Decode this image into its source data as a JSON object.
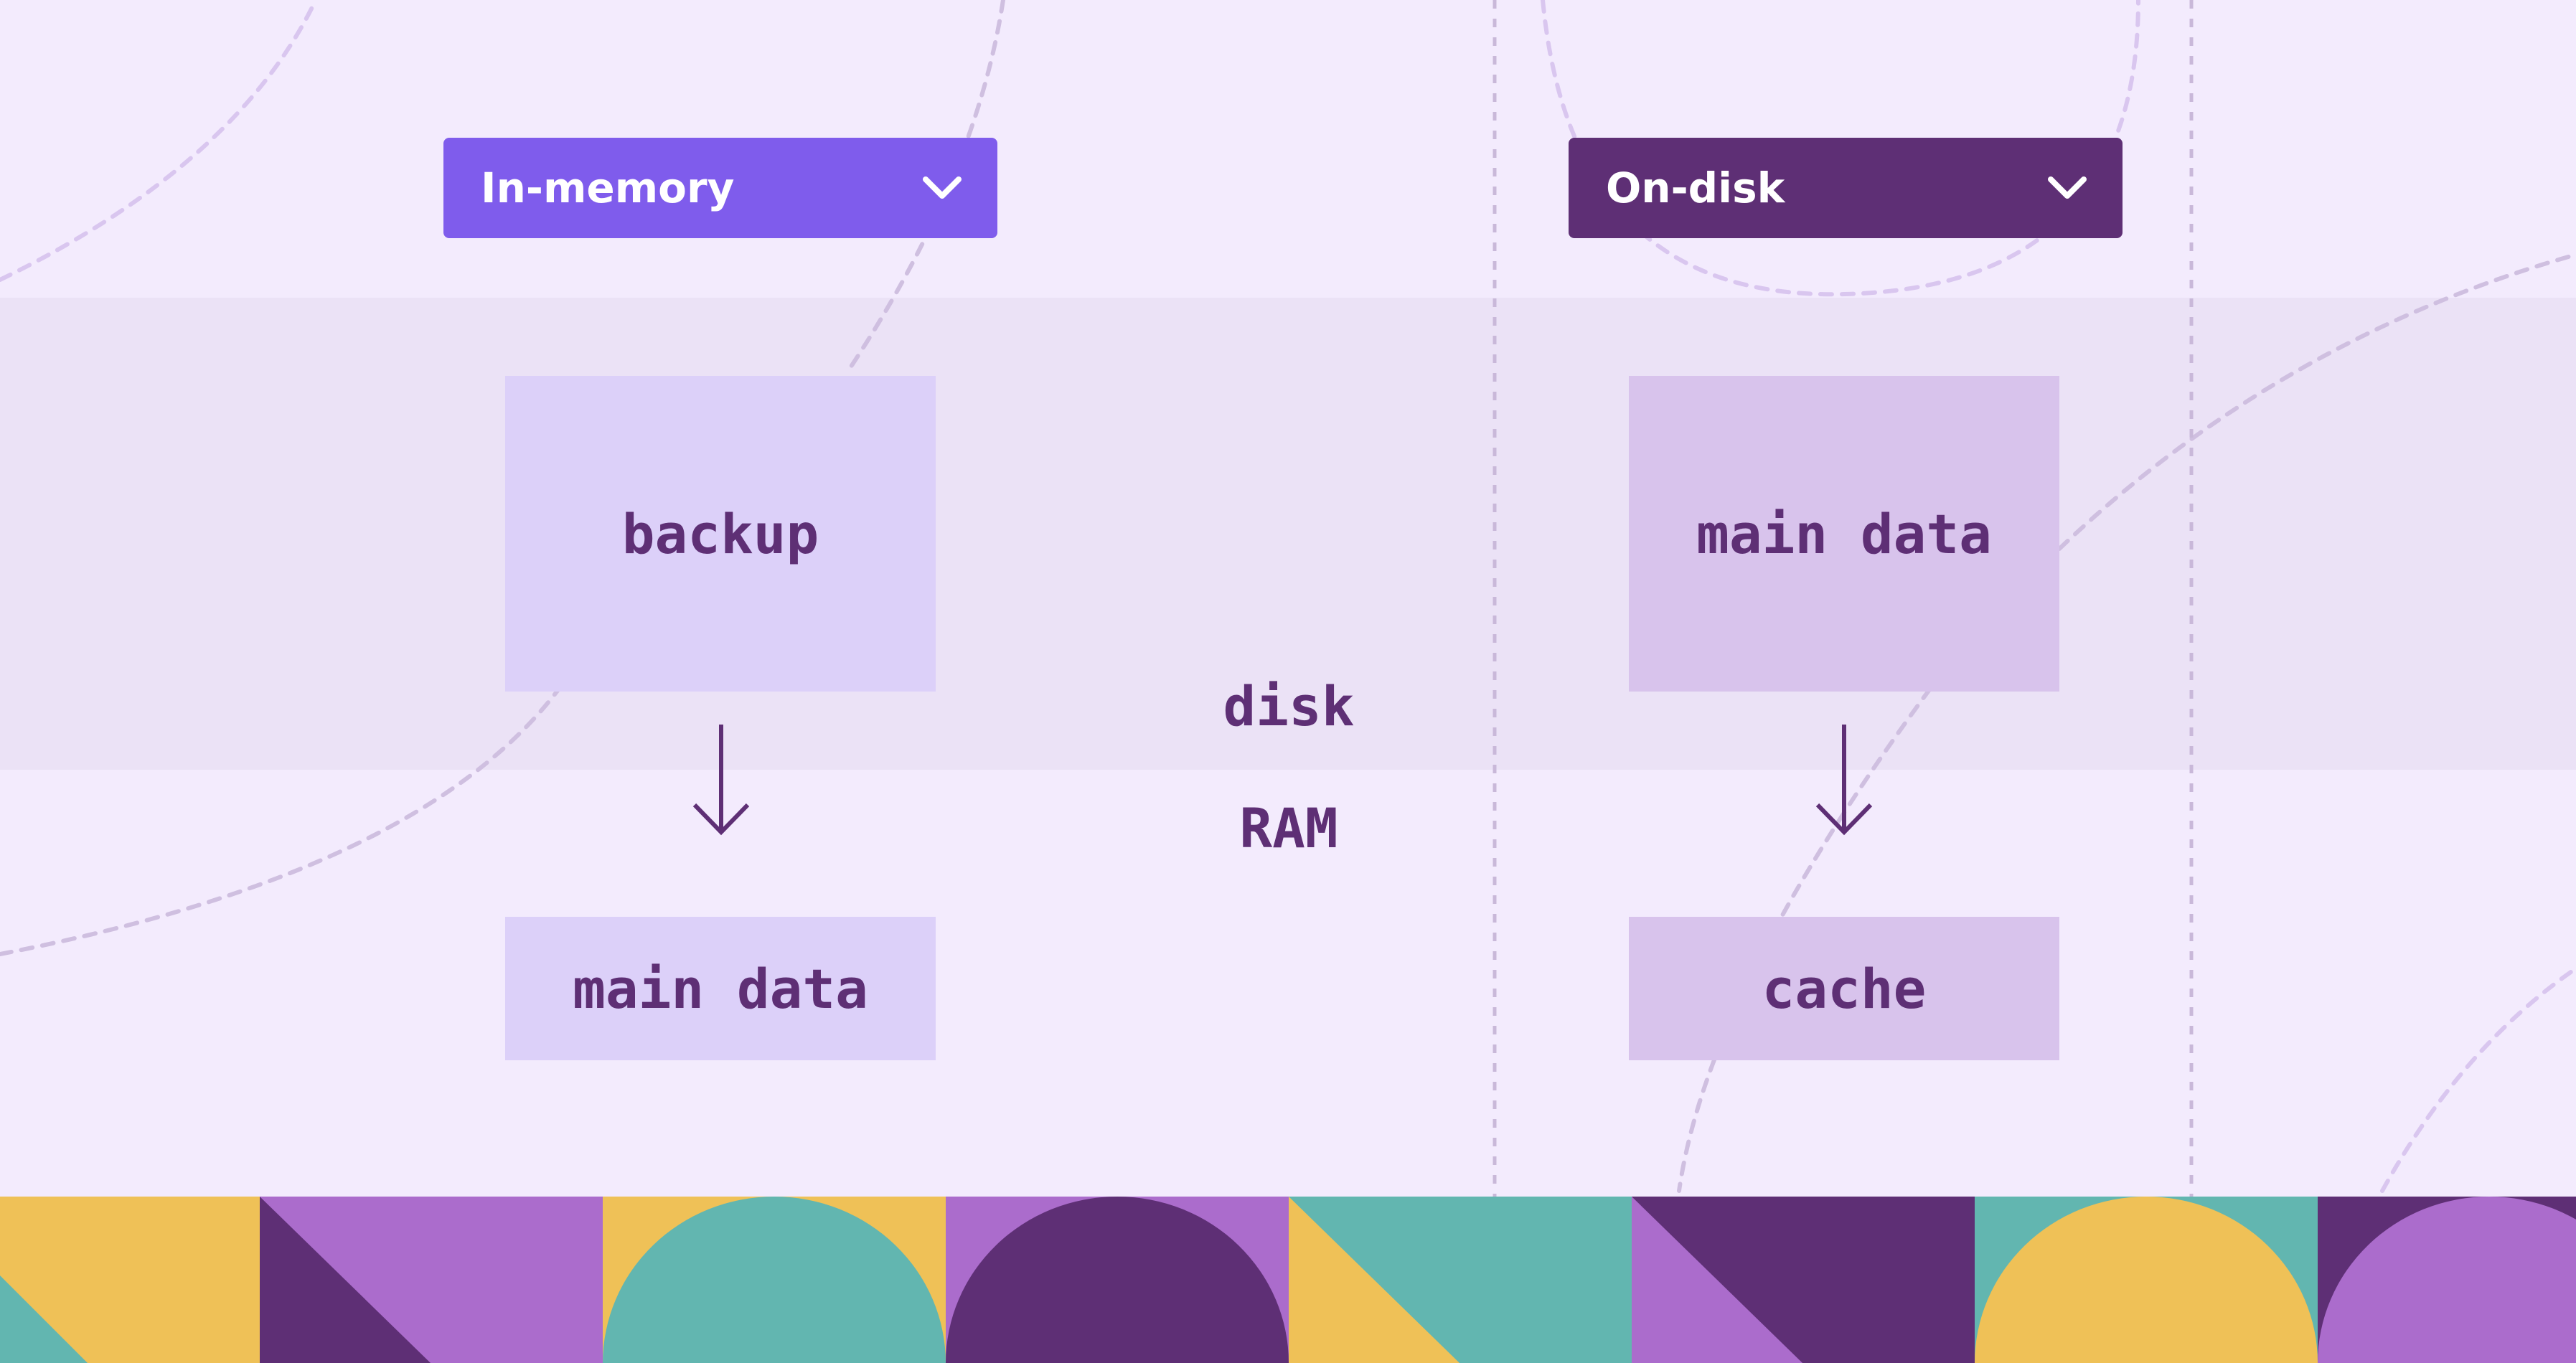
{
  "dropdowns": {
    "left": {
      "label": "In-memory",
      "color": "#7f5cec"
    },
    "right": {
      "label": "On-disk",
      "color": "#5e2f75"
    }
  },
  "in_memory": {
    "top_box": "backup",
    "bottom_box": "main data"
  },
  "on_disk": {
    "top_box": "main data",
    "bottom_box": "cache"
  },
  "tiers": {
    "upper": "disk",
    "lower": "RAM"
  },
  "colors": {
    "background": "#f3ebfd",
    "band": "#ebe2f6",
    "text": "#5e2f75",
    "yellow": "#efc157",
    "purple": "#ab6ccc",
    "dark_purple": "#5e2f75",
    "teal": "#62b6b0"
  },
  "icons": {
    "dropdown": "chevron-down-icon",
    "flow": "arrow-down-icon"
  }
}
